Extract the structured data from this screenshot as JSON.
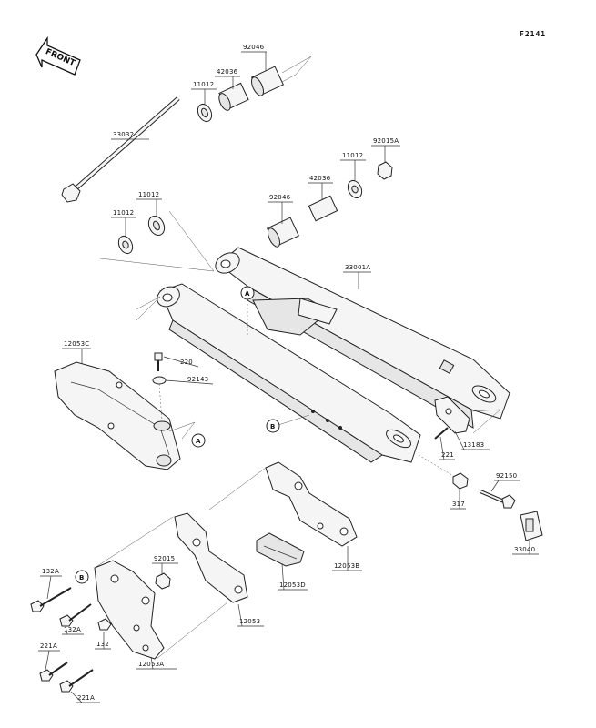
{
  "figure_code": "F2141",
  "front_label": "FRONT",
  "callouts": {
    "A": "A",
    "B": "B"
  },
  "parts": {
    "p92046_top": "92046",
    "p42036_top": "42036",
    "p11012_top": "11012",
    "p33032": "33032",
    "p11012_mid": "11012",
    "p11012_left": "11012",
    "p92015A": "92015A",
    "p11012_right": "11012",
    "p42036_right": "42036",
    "p92046_right": "92046",
    "p33001A": "33001A",
    "p12053C": "12053C",
    "p220": "220",
    "p92143": "92143",
    "p13183": "13183",
    "p221": "221",
    "p317": "317",
    "p92150": "92150",
    "p33040": "33040",
    "p12053B": "12053B",
    "p12053D": "12053D",
    "p92015": "92015",
    "p132A_top": "132A",
    "p132A_bottom": "132A",
    "p132": "132",
    "p12053": "12053",
    "p221A_top": "221A",
    "p221A_bottom": "221A",
    "p12053A": "12053A"
  }
}
